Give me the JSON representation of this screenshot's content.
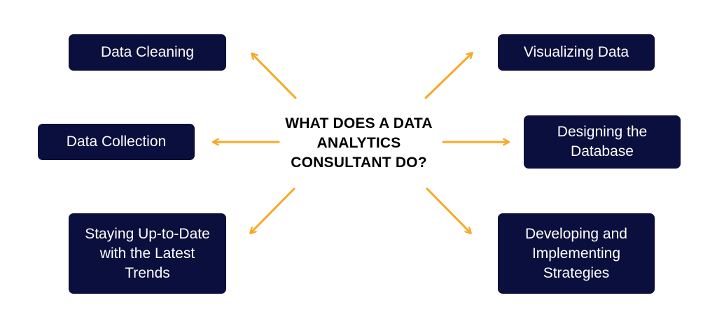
{
  "center": {
    "title": "WHAT DOES A DATA ANALYTICS CONSULTANT DO?"
  },
  "nodes": {
    "data_cleaning": "Data Cleaning",
    "data_collection": "Data Collection",
    "staying_up_to_date": "Staying Up-to-Date with the Latest Trends",
    "visualizing_data": "Visualizing Data",
    "designing_database": "Designing the Database",
    "developing_strategies": "Developing and Implementing Strategies"
  },
  "colors": {
    "box_fill": "#0b0f3d",
    "box_text": "#ffffff",
    "arrow": "#f9a825",
    "title_text": "#000000"
  }
}
